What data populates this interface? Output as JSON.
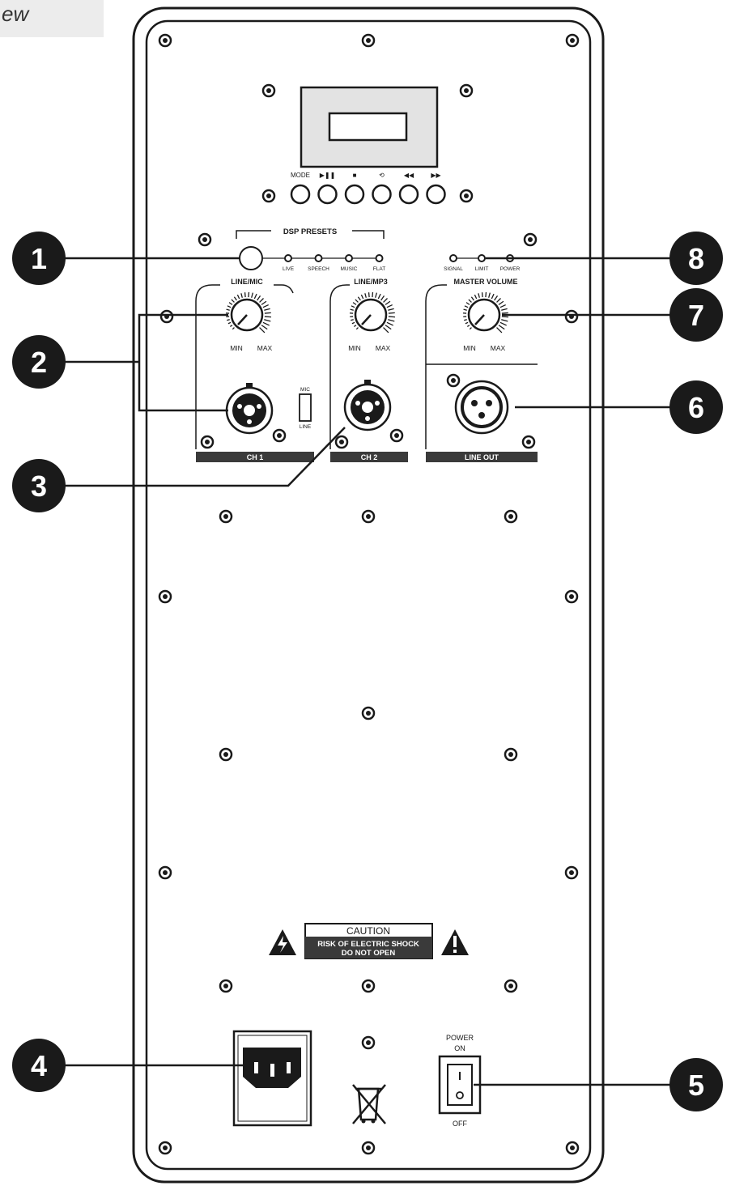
{
  "page_tag": "ew",
  "display": {
    "buttons": [
      "MODE",
      "▶❚❚",
      "■",
      "⟲",
      "◀◀",
      "▶▶"
    ]
  },
  "dsp": {
    "title": "DSP PRESETS",
    "presets": [
      "LIVE",
      "SPEECH",
      "MUSIC",
      "FLAT"
    ]
  },
  "indicators": [
    "SIGNAL",
    "LIMIT",
    "POWER"
  ],
  "channels": {
    "ch1": {
      "knob_label": "LINE/MIC",
      "min": "MIN",
      "max": "MAX",
      "name": "CH 1",
      "switch_top": "MIC",
      "switch_bottom": "LINE"
    },
    "ch2": {
      "knob_label": "LINE/MP3",
      "min": "MIN",
      "max": "MAX",
      "name": "CH 2"
    },
    "master": {
      "knob_label": "MASTER VOLUME",
      "min": "MIN",
      "max": "MAX",
      "name": "LINE OUT"
    }
  },
  "caution": {
    "title": "CAUTION",
    "line1": "RISK OF ELECTRIC SHOCK",
    "line2": "DO NOT OPEN"
  },
  "power_switch": {
    "label_top_1": "POWER",
    "label_top_2": "ON",
    "label_bottom": "OFF"
  },
  "callouts": [
    "1",
    "2",
    "3",
    "4",
    "5",
    "6",
    "7",
    "8"
  ]
}
